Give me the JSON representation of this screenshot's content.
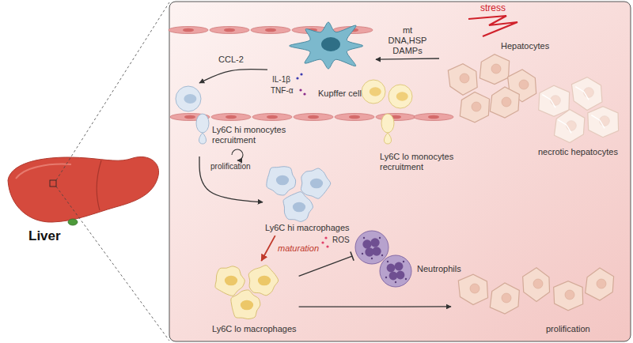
{
  "diagram": {
    "nodes": [
      {
        "text": [
          "Liver"
        ]
      },
      {
        "text": [
          "Hepatocytes"
        ]
      },
      {
        "text": [
          "necrotic hepatocytes"
        ]
      },
      {
        "text": [
          "Kupffer cell"
        ]
      },
      {
        "text": [
          "Ly6C hi monocytes recruitment"
        ]
      },
      {
        "text": [
          "Ly6C lo monocytes recruitment"
        ]
      },
      {
        "text": [
          "Ly6C hi macrophages"
        ]
      },
      {
        "text": [
          "Neutrophils"
        ]
      },
      {
        "text": [
          "Ly6C lo macrophages"
        ]
      },
      {
        "text": [
          "prolification"
        ]
      }
    ],
    "edges": [
      {
        "from": 1,
        "to": 3,
        "label": "mt DNA,HSP DAMPs",
        "arrow": "to"
      },
      {
        "from": 3,
        "to": 4,
        "label": "CCL-2",
        "arrow": "to"
      },
      {
        "from": 4,
        "to": 6,
        "arrow": "to"
      },
      {
        "from": 6,
        "to": 8,
        "label": "maturation",
        "arrow": "to"
      },
      {
        "from": 8,
        "to": 7,
        "arrow": "to"
      },
      {
        "from": 8,
        "to": 9,
        "arrow": "to"
      }
    ],
    "labels": [
      "stress",
      "IL-1β",
      "TNF-α",
      "prolification",
      "ROS"
    ]
  }
}
